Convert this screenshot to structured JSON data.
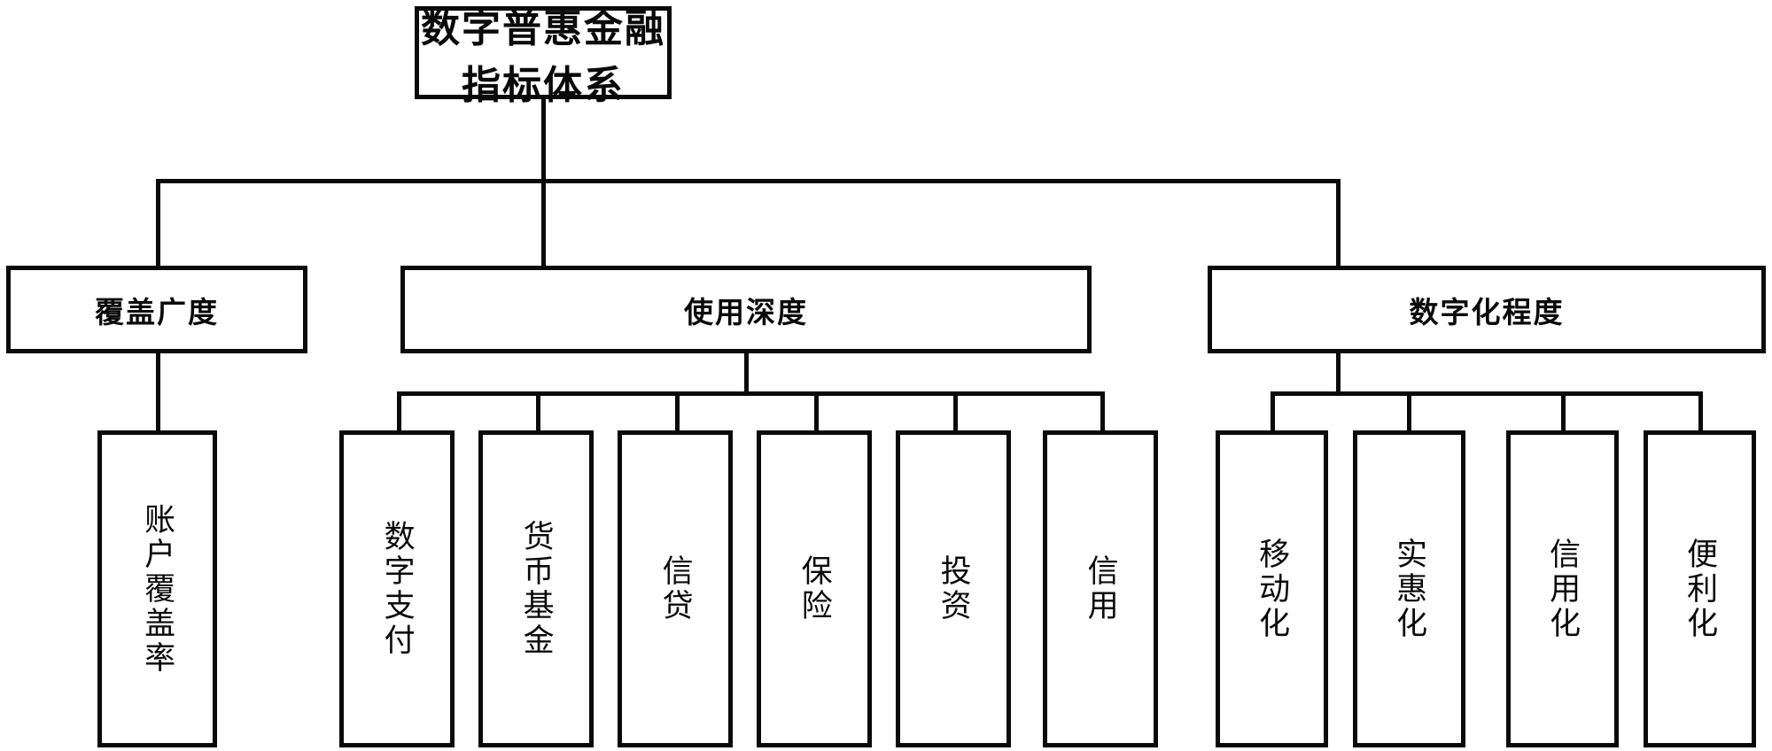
{
  "diagram": {
    "title": "数字普惠金融指标体系",
    "type": "hierarchy-tree",
    "orientation": "top-down",
    "levels": 3,
    "colors": {
      "line": "#0a0a0a",
      "box_border": "#0a0a0a",
      "box_fill": "#ffffff",
      "text": "#0a0a0a",
      "background": "#ffffff"
    }
  },
  "root": {
    "label": "数字普惠金融指标体系"
  },
  "categories": [
    {
      "id": "coverage",
      "label": "覆盖广度",
      "children": [
        {
          "id": "account-coverage-rate",
          "label": "账户覆盖率"
        }
      ]
    },
    {
      "id": "usage-depth",
      "label": "使用深度",
      "children": [
        {
          "id": "digital-payment",
          "label": "数字支付"
        },
        {
          "id": "money-fund",
          "label": "货币基金"
        },
        {
          "id": "credit-loan",
          "label": "信贷"
        },
        {
          "id": "insurance",
          "label": "保险"
        },
        {
          "id": "investment",
          "label": "投资"
        },
        {
          "id": "credit-score",
          "label": "信用"
        }
      ]
    },
    {
      "id": "digitalization",
      "label": "数字化程度",
      "children": [
        {
          "id": "mobilization",
          "label": "移动化"
        },
        {
          "id": "affordability",
          "label": "实惠化"
        },
        {
          "id": "creditization",
          "label": "信用化"
        },
        {
          "id": "convenience",
          "label": "便利化"
        }
      ]
    }
  ]
}
